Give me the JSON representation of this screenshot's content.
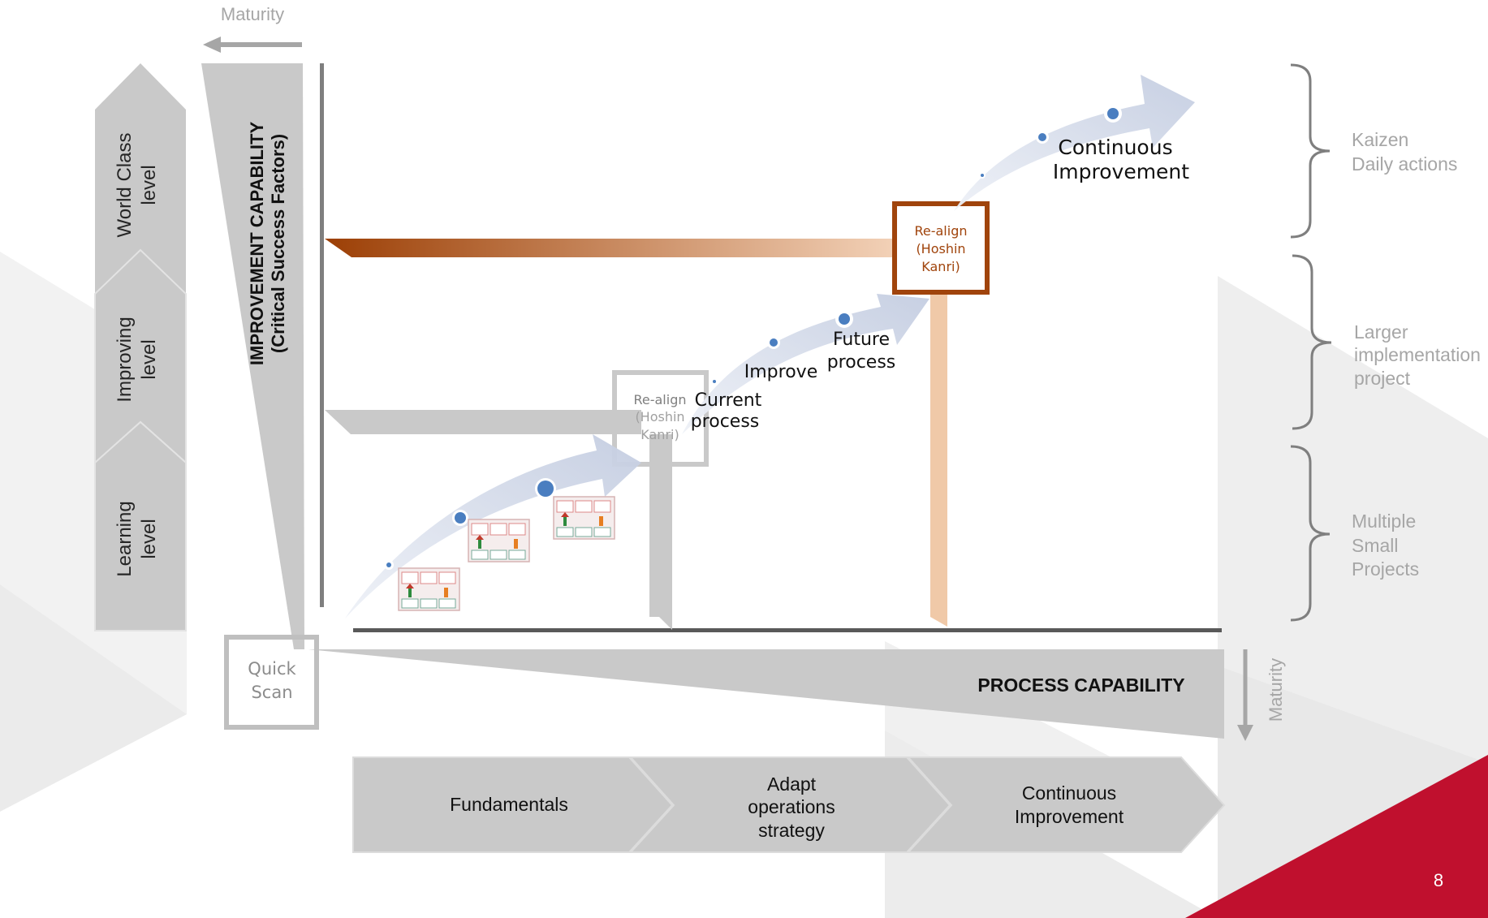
{
  "header": {
    "maturity_label": "Maturity"
  },
  "levels": [
    {
      "line1": "World Class",
      "line2": "level"
    },
    {
      "line1": "Improving",
      "line2": "level"
    },
    {
      "line1": "Learning",
      "line2": "level"
    }
  ],
  "axes": {
    "y_title": "IMPROVEMENT CAPABILITY",
    "y_subtitle": "(Critical Success Factors)",
    "x_title": "PROCESS CAPABILITY",
    "x_maturity": "Maturity"
  },
  "quick_scan": {
    "line1": "Quick",
    "line2": "Scan"
  },
  "realign_gray": {
    "line1": "Re-align",
    "line2": "(Hoshin",
    "line3": "Kanri)"
  },
  "realign_brown": {
    "line1": "Re-align",
    "line2": "(Hoshin",
    "line3": "Kanri)"
  },
  "flow_labels": {
    "current_1": "Current",
    "current_2": "process",
    "improve": "Improve",
    "future_1": "Future",
    "future_2": "process",
    "ci_1": "Continuous",
    "ci_2": "Improvement"
  },
  "right_brackets": [
    {
      "lines": [
        "Kaizen",
        "Daily actions"
      ]
    },
    {
      "lines": [
        "Larger",
        "implementation",
        "project"
      ]
    },
    {
      "lines": [
        "Multiple",
        "Small",
        "Projects"
      ]
    }
  ],
  "phases": [
    {
      "lines": [
        "Fundamentals"
      ]
    },
    {
      "lines": [
        "Adapt",
        "operations",
        "strategy"
      ]
    },
    {
      "lines": [
        "Continuous",
        "Improvement"
      ]
    }
  ],
  "page_number": "8",
  "colors": {
    "gray_shape": "#c9c9c9",
    "gray_dark": "#bfbfbf",
    "brown": "#a0440c",
    "peach": "#f0c9a8",
    "arrow_blue": "#c7d0e3",
    "dot_blue": "#4a7ec0",
    "red_corner": "#c0102e",
    "text_gray": "#a6a6a6"
  }
}
